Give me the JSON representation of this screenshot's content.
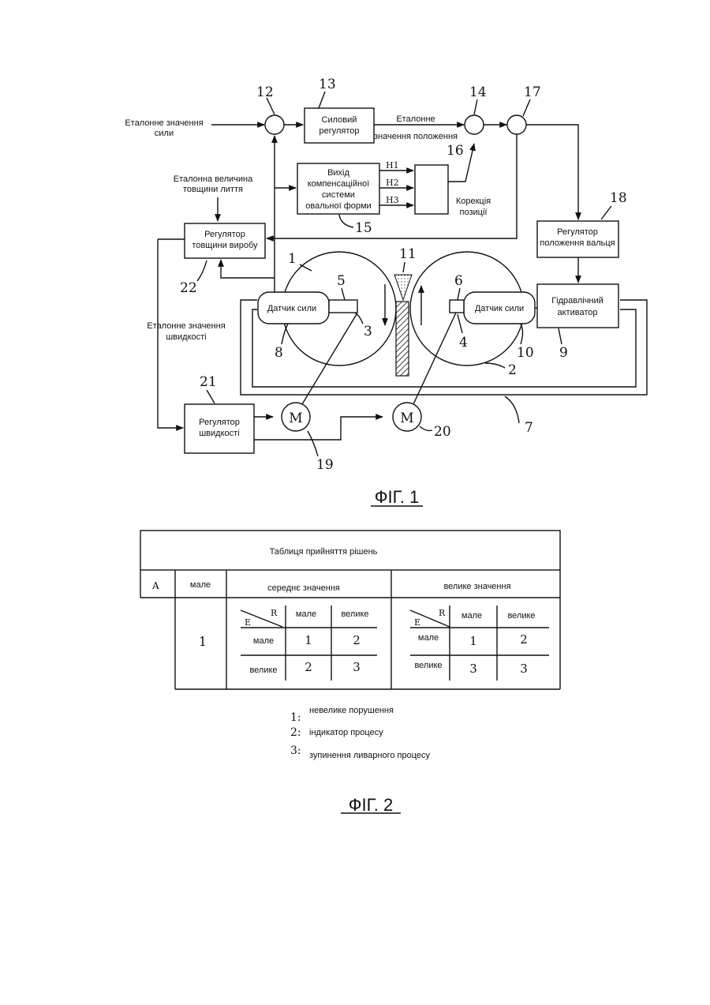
{
  "fig1": {
    "title": "ФІГ. 1",
    "ref_force": [
      "Еталонне значення",
      "сили"
    ],
    "ref_thickness": [
      "Еталонна величина",
      "товщини лиття"
    ],
    "ref_position": [
      "Еталонне",
      "значення положення"
    ],
    "ref_speed": [
      "Еталонне значення",
      "швидкості"
    ],
    "force_regulator": [
      "Силовий",
      "регулятор"
    ],
    "oval_comp": [
      "Вихід",
      "компенсаційної",
      "системи",
      "овальної форми"
    ],
    "position_correction": [
      "Корекція",
      "позиції"
    ],
    "roll_position_regulator": [
      "Регулятор",
      "положення вальця"
    ],
    "thickness_regulator": [
      "Регулятор",
      "товщини виробу"
    ],
    "hydraulic_actuator": [
      "Гідравлічний",
      "активатор"
    ],
    "force_sensor_left": "Датчик  сили",
    "force_sensor_right": "Датчик  сили",
    "speed_regulator": [
      "Регулятор",
      "швидкості"
    ],
    "signals": [
      "H1",
      "H2",
      "H3"
    ],
    "motor_label": "M",
    "refs": {
      "n1": "1",
      "n2": "2",
      "n3": "3",
      "n4": "4",
      "n5": "5",
      "n6": "6",
      "n7": "7",
      "n8": "8",
      "n9": "9",
      "n10": "10",
      "n11": "11",
      "n12": "12",
      "n13": "13",
      "n14": "14",
      "n15": "15",
      "n16": "16",
      "n17": "17",
      "n18": "18",
      "n19": "19",
      "n20": "20",
      "n21": "21",
      "n22": "22"
    }
  },
  "fig2": {
    "title": "ФІГ. 2",
    "table_title": "Таблиця прийняття рішень",
    "col_a": "A",
    "col_small": "мале",
    "col_medium": "середнє  значення",
    "col_large": "велике значення",
    "row_a_value": "1",
    "corner_e": "E",
    "corner_r": "R",
    "sub_small": "мале",
    "sub_large": "велике",
    "medium_grid": [
      [
        "1",
        "2"
      ],
      [
        "2",
        "3"
      ]
    ],
    "large_grid": [
      [
        "1",
        "2"
      ],
      [
        "3",
        "3"
      ]
    ],
    "legend": [
      {
        "num": "1:",
        "text": "невелике порушення"
      },
      {
        "num": "2:",
        "text": "індикатор процесу"
      },
      {
        "num": "3:",
        "text": "зупинення ливарного процесу"
      }
    ]
  }
}
